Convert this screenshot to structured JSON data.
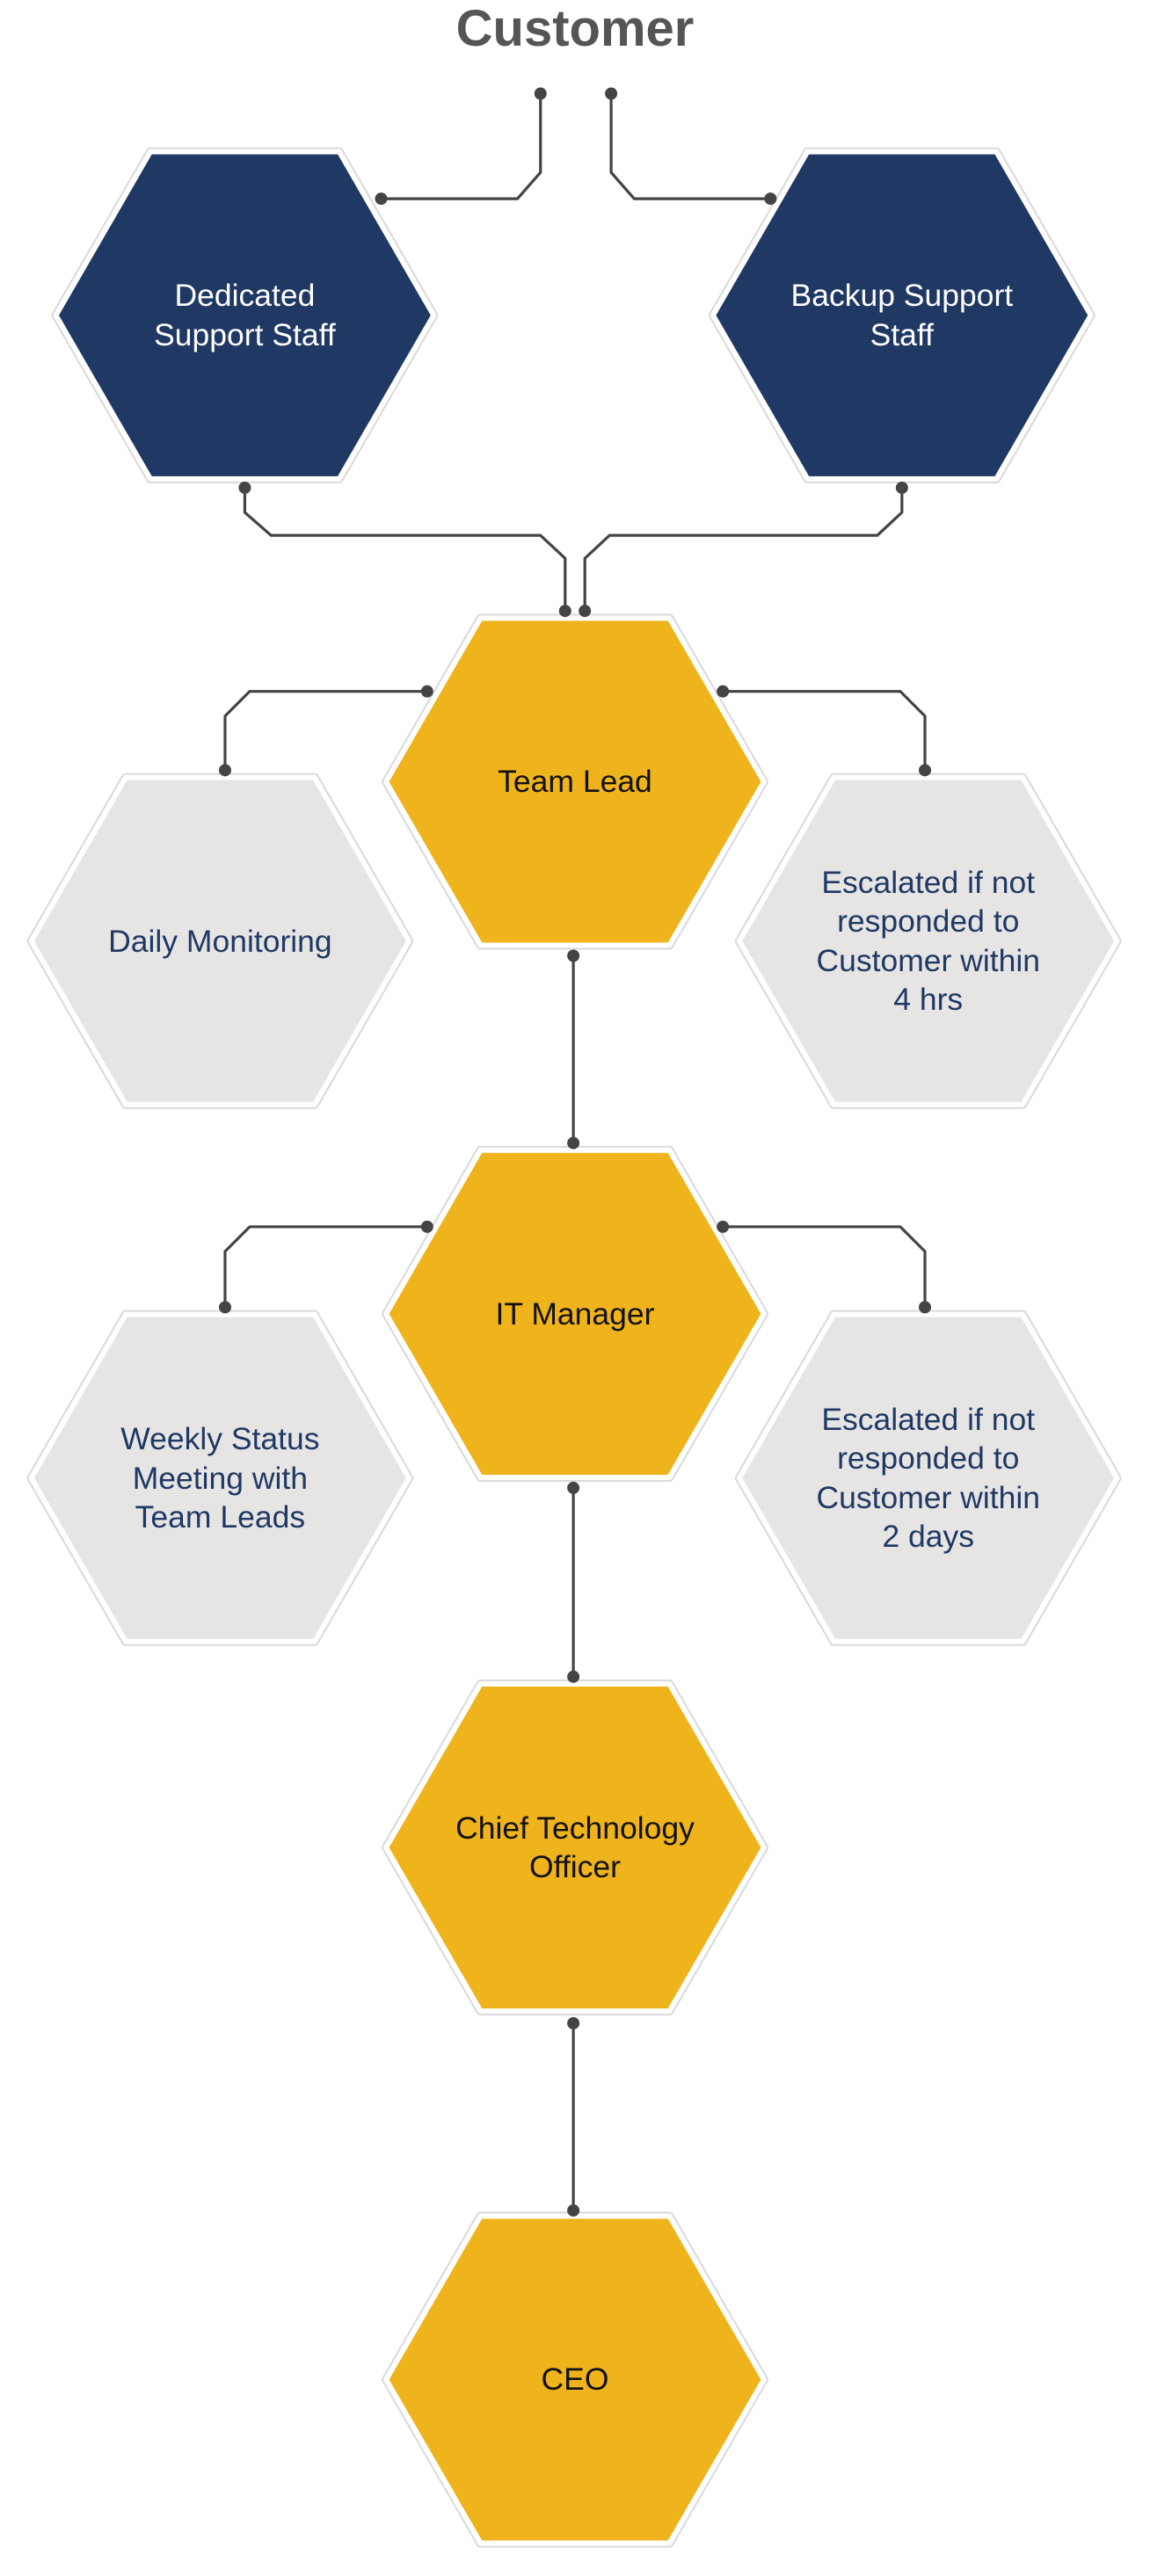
{
  "title": "Customer",
  "colors": {
    "navy": "#1f3864",
    "gold": "#efb31b",
    "gray": "#e6e5e4",
    "connector": "#444444",
    "hex_border": "#ffffff",
    "navy_text": "#ffffff",
    "gold_text": "#111111",
    "gray_text": "#1f3864"
  },
  "nodes": [
    {
      "id": "dedicated-support-staff",
      "text": "Dedicated\nSupport Staff",
      "style": "navy"
    },
    {
      "id": "backup-support-staff",
      "text": "Backup Support\nStaff",
      "style": "navy"
    },
    {
      "id": "team-lead",
      "text": "Team Lead",
      "style": "gold"
    },
    {
      "id": "daily-monitoring",
      "text": "Daily Monitoring",
      "style": "gray"
    },
    {
      "id": "escalated-4hrs",
      "text": "Escalated if not\nresponded to\nCustomer within\n4 hrs",
      "style": "gray"
    },
    {
      "id": "it-manager",
      "text": "IT Manager",
      "style": "gold"
    },
    {
      "id": "weekly-status-meeting",
      "text": "Weekly Status\nMeeting with\nTeam Leads",
      "style": "gray"
    },
    {
      "id": "escalated-2days",
      "text": "Escalated if not\nresponded to\nCustomer within\n2 days",
      "style": "gray"
    },
    {
      "id": "chief-technology-officer",
      "text": "Chief Technology\nOfficer",
      "style": "gold"
    },
    {
      "id": "ceo",
      "text": "CEO",
      "style": "gold"
    }
  ],
  "edges": [
    {
      "from": "customer",
      "to": "dedicated-support-staff"
    },
    {
      "from": "customer",
      "to": "backup-support-staff"
    },
    {
      "from": "dedicated-support-staff",
      "to": "team-lead"
    },
    {
      "from": "backup-support-staff",
      "to": "team-lead"
    },
    {
      "from": "team-lead",
      "to": "daily-monitoring"
    },
    {
      "from": "team-lead",
      "to": "escalated-4hrs"
    },
    {
      "from": "team-lead",
      "to": "it-manager"
    },
    {
      "from": "it-manager",
      "to": "weekly-status-meeting"
    },
    {
      "from": "it-manager",
      "to": "escalated-2days"
    },
    {
      "from": "it-manager",
      "to": "chief-technology-officer"
    },
    {
      "from": "chief-technology-officer",
      "to": "ceo"
    }
  ]
}
